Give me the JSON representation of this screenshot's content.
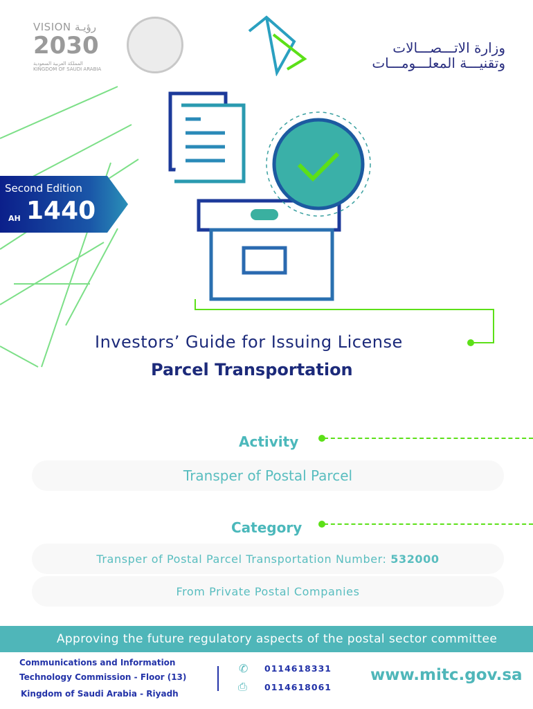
{
  "logos": {
    "vision_text": "VISION رؤيـة",
    "vision_year": "2030",
    "vision_country_ar": "المملكة العربية السعودية",
    "vision_country_en": "KINGDOM OF SAUDI ARABIA",
    "ministry_line1": "وزارة الاتـــصـــالات",
    "ministry_line2": "وتقنيـــة المعلـــومـــات"
  },
  "badge": {
    "edition": "Second Edition",
    "era": "AH",
    "year": "1440"
  },
  "title": {
    "line1": "Investors’ Guide for Issuing  License",
    "line2": "Parcel Transportation"
  },
  "activity": {
    "label": "Activity",
    "value": "Transper of Postal Parcel"
  },
  "category": {
    "label": "Category",
    "value_prefix": "Transper of Postal Parcel Transportation Number: ",
    "number": "532000",
    "value2": "From Private Postal  Companies"
  },
  "footer": {
    "band": "Approving the future regulatory aspects of the postal sector committee",
    "address": [
      "Communications and Information",
      "Technology Commission - Floor (13)",
      "Kingdom of Saudi Arabia - Riyadh"
    ],
    "phone": "0114618331",
    "fax": "0114618061",
    "website": "www.mitc.gov.sa"
  },
  "colors": {
    "navy": "#1c2a7a",
    "teal": "#4fb6b9",
    "green": "#5ce018"
  }
}
